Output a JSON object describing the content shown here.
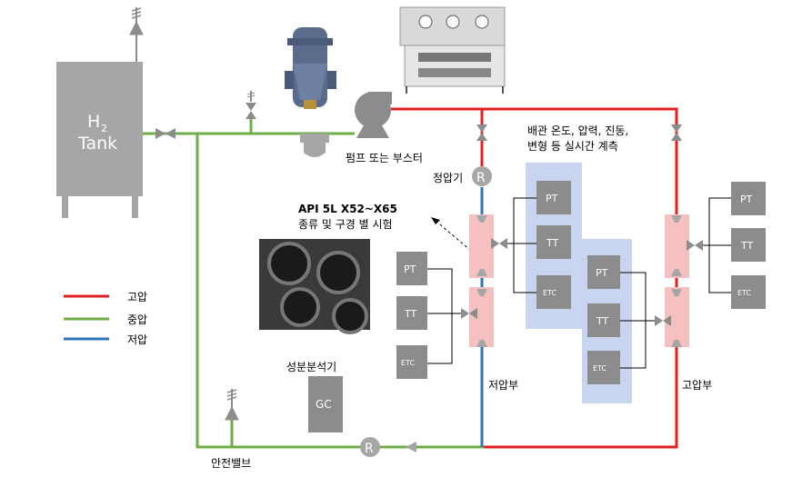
{
  "tank": {
    "line1": "H",
    "sub": "2",
    "line2": "Tank"
  },
  "labels": {
    "pump": "펌프 또는 부스터",
    "regulator": "정압기",
    "measure_line1": "배관 온도, 압력, 진동,",
    "measure_line2": "변형 등 실시간 계측",
    "api_line1": "API 5L X52~X65",
    "api_line2": "종류 및 구경 별 시험",
    "low_section": "저압부",
    "high_section": "고압부",
    "analyzer": "성분분석기",
    "gc": "GC",
    "safety_valve": "안전밸브",
    "regulator_symbol": "R"
  },
  "legend": [
    {
      "label": "고압",
      "color": "#e02020"
    },
    {
      "label": "중압",
      "color": "#70ad47"
    },
    {
      "label": "저압",
      "color": "#2e75b6"
    }
  ],
  "sensors": {
    "pt": "PT",
    "tt": "TT",
    "etc": "ETC"
  },
  "colors": {
    "high": "#e02020",
    "mid": "#70ad47",
    "low": "#2e75b6",
    "tank": "#a6a6a6",
    "sensor": "#8c8c8c",
    "panel": "#c9d5ee",
    "pink": "#f4c0c0"
  }
}
